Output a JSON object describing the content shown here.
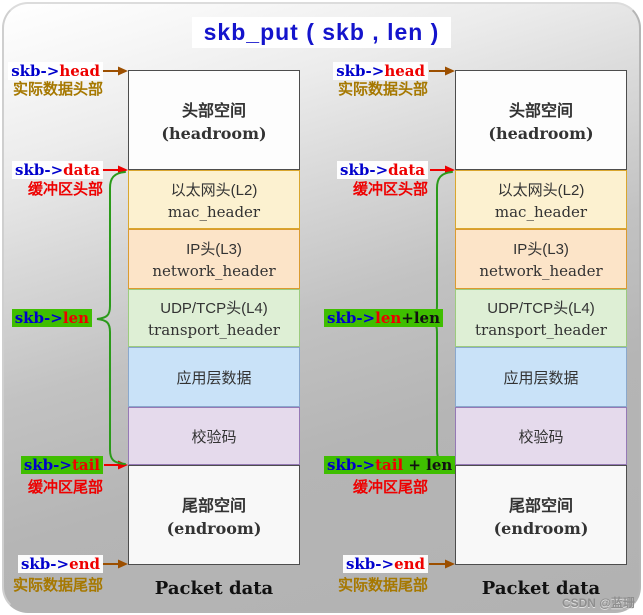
{
  "title": "skb_put ( skb , len )",
  "prefix": "skb->",
  "watermark": "CSDN @蓝珊",
  "colors": {
    "title_blue": "#1414cc",
    "code_blue": "#0000cc",
    "red": "#ee0000",
    "brown": "#9c4f00",
    "olive": "#a67800",
    "green_line": "#2b9a1a",
    "green_highlight": "#3fbe00"
  },
  "sections": [
    {
      "line1": "头部空间",
      "line2": "(headroom)",
      "bg": "#fdfdfd",
      "border": "#4d4d4d",
      "h": 100,
      "bold": true
    },
    {
      "line1": "以太网头(L2)",
      "line2": "mac_header",
      "bg": "#fcf1d0",
      "border": "#d9a62e",
      "h": 59,
      "bold": false
    },
    {
      "line1": "IP头(L3)",
      "line2": "network_header",
      "bg": "#fce4c8",
      "border": "#db9b30",
      "h": 60,
      "bold": false
    },
    {
      "line1": "UDP/TCP头(L4)",
      "line2": "transport_header",
      "bg": "#deefd5",
      "border": "#9ccb7e",
      "h": 58,
      "bold": false
    },
    {
      "line1": "应用层数据",
      "line2": "",
      "bg": "#c9e2f8",
      "border": "#8aa8cc",
      "h": 60,
      "bold": false
    },
    {
      "line1": "校验码",
      "line2": "",
      "bg": "#e5daec",
      "border": "#9579b5",
      "h": 58,
      "bold": false
    },
    {
      "line1": "尾部空间",
      "line2": "(endroom)",
      "bg": "#f8f8f8",
      "border": "#4d4d4d",
      "h": 100,
      "bold": true
    }
  ],
  "left": {
    "head": "head",
    "head_sub": "实际数据头部",
    "data": "data",
    "data_sub": "缓冲区头部",
    "len": "len",
    "len_extra": "",
    "tail": "tail",
    "tail_extra": "",
    "tail_sub": "缓冲区尾部",
    "end": "end",
    "end_sub": "实际数据尾部",
    "footer": "Packet data"
  },
  "right": {
    "head": "head",
    "head_sub": "实际数据头部",
    "data": "data",
    "data_sub": "缓冲区头部",
    "len": "len",
    "len_extra": "+len",
    "tail": "tail",
    "tail_extra": " + len",
    "tail_sub": "缓冲区尾部",
    "end": "end",
    "end_sub": "实际数据尾部",
    "footer": "Packet data"
  }
}
